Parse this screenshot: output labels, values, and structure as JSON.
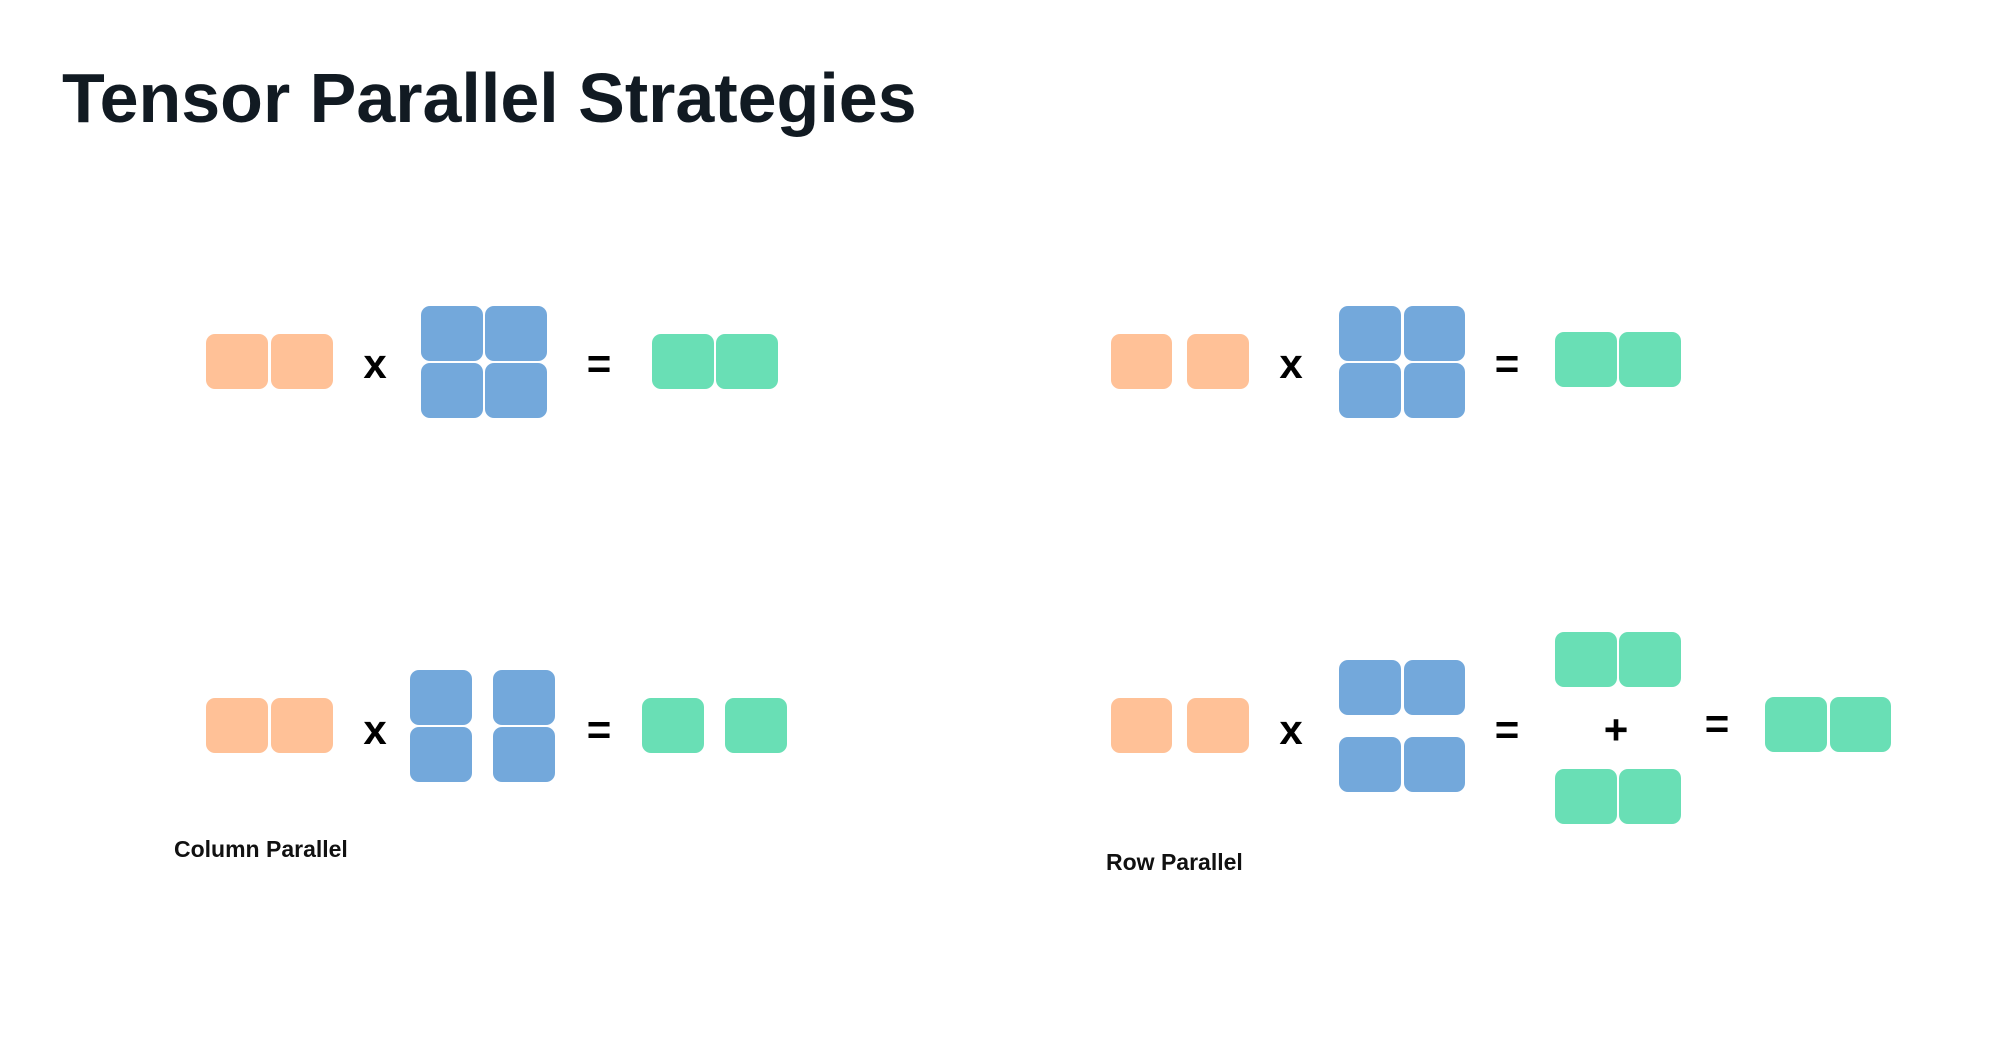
{
  "title": "Tensor Parallel Strategies",
  "operators": {
    "multiply": "x",
    "equals": "=",
    "plus": "+"
  },
  "labels": {
    "column_parallel": "Column Parallel",
    "row_parallel": "Row Parallel"
  },
  "colors": {
    "input": "#ffc197",
    "weight": "#73a8db",
    "output": "#69dfb5",
    "text": "#111a22"
  }
}
